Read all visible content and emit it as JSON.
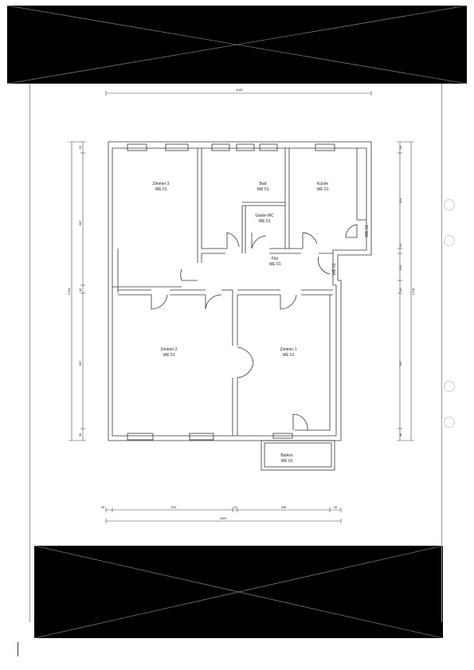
{
  "rooms": {
    "zimmer3": {
      "name": "Zimmer 3",
      "code": "WE 01"
    },
    "bad": {
      "name": "Bad",
      "code": "WE 01"
    },
    "kuche": {
      "name": "Küche",
      "code": "WE 01"
    },
    "gaeste_wc": {
      "name": "Gäste-WC",
      "code": "WE 01"
    },
    "flur": {
      "name": "Flur",
      "code": "WE 01"
    },
    "zimmer2": {
      "name": "Zimmer 2",
      "code": "WE 01"
    },
    "zimmer1": {
      "name": "Zimmer 1",
      "code": "WE 01"
    },
    "balkon": {
      "name": "Balkon",
      "code": "WE 01"
    }
  },
  "side_labels": {
    "kuche_side": "WE 01",
    "flur_side": "WE 01"
  },
  "dimensions": {
    "top_total": "1165",
    "left_total": "1204",
    "left_segments": [
      "53",
      "587",
      "45",
      "587",
      "58"
    ],
    "right_total": "1218",
    "right_segments": [
      "53",
      "423",
      "24",
      "150",
      "40",
      "587",
      "58"
    ],
    "bottom_segments": [
      "26",
      "539",
      "24",
      "398",
      "45"
    ],
    "bottom_total": "1809"
  },
  "colors": {
    "redaction": "#000000",
    "line": "#333333"
  }
}
